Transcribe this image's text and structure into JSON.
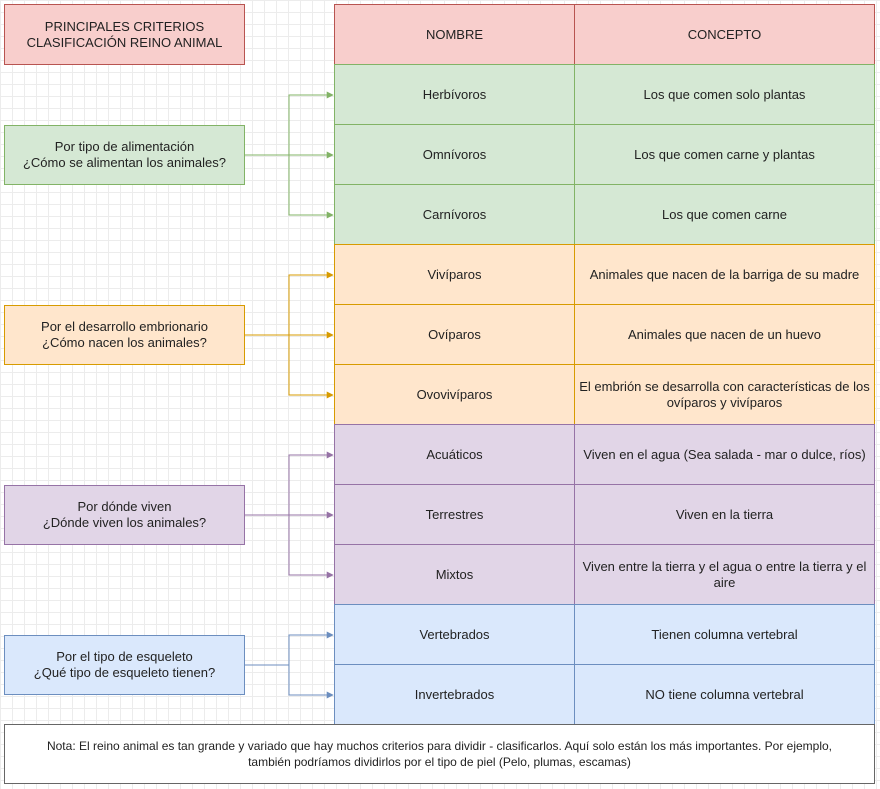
{
  "title": {
    "line1": "PRINCIPALES CRITERIOS",
    "line2": "CLASIFICACIÓN REINO ANIMAL"
  },
  "table": {
    "headers": [
      "NOMBRE",
      "CONCEPTO"
    ],
    "rows": [
      {
        "name": "Herbívoros",
        "concept": "Los que comen solo plantas"
      },
      {
        "name": "Omnívoros",
        "concept": "Los que comen carne y plantas"
      },
      {
        "name": "Carnívoros",
        "concept": "Los que comen carne"
      },
      {
        "name": "Vivíparos",
        "concept": "Animales que nacen de la barriga de su madre"
      },
      {
        "name": "Ovíparos",
        "concept": "Animales que nacen de un huevo"
      },
      {
        "name": "Ovovivíparos",
        "concept": "El embrión se desarrolla con características de los ovíparos y vivíparos"
      },
      {
        "name": "Acuáticos",
        "concept": "Viven en el agua (Sea salada - mar o dulce, ríos)"
      },
      {
        "name": "Terrestres",
        "concept": "Viven en la tierra"
      },
      {
        "name": "Mixtos",
        "concept": "Viven entre la tierra y el agua o entre la tierra y el aire"
      },
      {
        "name": "Vertebrados",
        "concept": "Tienen columna vertebral"
      },
      {
        "name": "Invertebrados",
        "concept": "NO tiene columna vertebral"
      }
    ]
  },
  "criteria": [
    {
      "line1": "Por tipo de alimentación",
      "line2": "¿Cómo se alimentan los animales?"
    },
    {
      "line1": "Por el desarrollo embrionario",
      "line2": "¿Cómo nacen los animales?"
    },
    {
      "line1": "Por dónde viven",
      "line2": "¿Dónde viven los animales?"
    },
    {
      "line1": "Por el tipo de esqueleto",
      "line2": "¿Qué tipo de esqueleto tienen?"
    }
  ],
  "colors": {
    "food": "#82b366",
    "embryo": "#d79b00",
    "habitat": "#9673a6",
    "skeleton": "#6c8ebf"
  },
  "note": "Nota: El reino animal es tan grande y variado que hay muchos criterios para dividir - clasificarlos. Aquí solo están los más importantes. Por ejemplo, también podríamos dividirlos por el tipo de piel (Pelo, plumas, escamas)"
}
